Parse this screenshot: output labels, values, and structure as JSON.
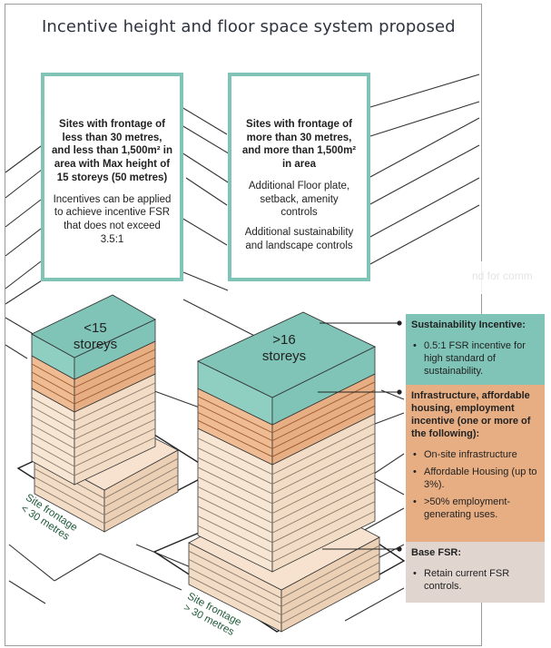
{
  "title": "Incentive height and floor space system proposed",
  "callouts": {
    "left": {
      "heading": "Sites with frontage of less than 30 metres, and less than 1,500m² in area with Max height of 15 storeys (50 metres)",
      "body": "Incentives can be applied to achieve incentive FSR that does not exceed 3.5:1"
    },
    "right": {
      "heading": "Sites with frontage of more than 30 metres, and more than 1,500m² in area",
      "body1": "Additional Floor plate, setback, amenity controls",
      "body2": "Additional sustainability and landscape controls"
    }
  },
  "buildings": {
    "small": {
      "label": "<15\nstoreys",
      "frontage": "Site frontage\n< 30 metres"
    },
    "large": {
      "label": ">16\nstoreys",
      "frontage": "Site frontage\n> 30 metres"
    }
  },
  "legend": {
    "sustainability": {
      "heading": "Sustainability Incentive:",
      "items": [
        "0.5:1 FSR incentive for high standard of sustainability."
      ],
      "color": "#7fc4b7"
    },
    "infrastructure": {
      "heading": "Infrastructure, affordable housing, employment incentive (one or more of the following):",
      "items": [
        "On-site infrastructure",
        "Affordable Housing (up to 3%).",
        ">50% employment-generating uses."
      ],
      "color": "#e7ae83"
    },
    "base": {
      "heading": "Base FSR:",
      "items": [
        "Retain current FSR controls."
      ],
      "color": "#e1d6cf"
    }
  },
  "overlay_text": "nd for comm",
  "colors": {
    "teal": "#7fc4b7",
    "orange": "#e7ae83",
    "cream": "#f6e2cf",
    "base": "#e1d6cf",
    "frontage_text": "#1f5b3a"
  }
}
